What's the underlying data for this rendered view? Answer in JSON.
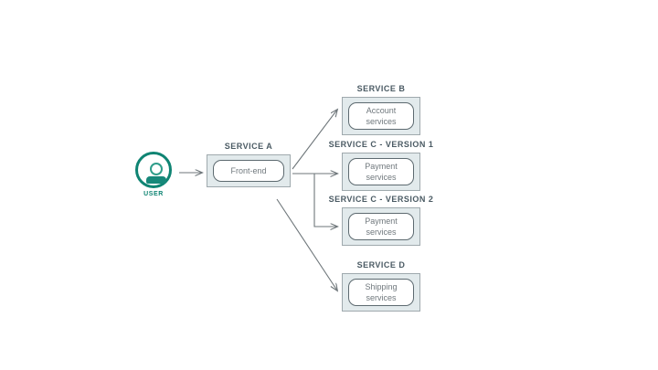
{
  "diagram": {
    "type": "architecture-flow",
    "background_color": "#ffffff",
    "accent_color": "#0f8473",
    "frame_fill_color": "#e2eaec",
    "frame_border_color": "#9fa9ad",
    "node_border_color": "#5d6a70",
    "node_text_color": "#70787d",
    "title_text_color": "#4a5a63",
    "connector_color": "#6e767a"
  },
  "actor": {
    "icon": "user-avatar-icon",
    "label": "USER"
  },
  "services": [
    {
      "id": "service-a",
      "title": "SERVICE A",
      "node_label": "Front-end"
    },
    {
      "id": "service-b",
      "title": "SERVICE B",
      "node_label": "Account\nservices",
      "node_line1": "Account",
      "node_line2": "services"
    },
    {
      "id": "service-c-version-1",
      "title": "SERVICE C - VERSION 1",
      "node_label": "Payment\nservices",
      "node_line1": "Payment",
      "node_line2": "services"
    },
    {
      "id": "service-c-version-2",
      "title": "SERVICE C - VERSION 2",
      "node_label": "Payment\nservices",
      "node_line1": "Payment",
      "node_line2": "services"
    },
    {
      "id": "service-d",
      "title": "SERVICE D",
      "node_label": "Shipping\nservices",
      "node_line1": "Shipping",
      "node_line2": "services"
    }
  ],
  "connections": [
    {
      "from": "user",
      "to": "service-a",
      "style": "straight-arrow"
    },
    {
      "from": "service-a",
      "to": "service-b",
      "style": "diagonal-arrow-up"
    },
    {
      "from": "service-a",
      "to": "service-c-version-1",
      "style": "straight-arrow"
    },
    {
      "from": "service-a",
      "to": "service-c-version-2",
      "style": "elbow-arrow-down"
    },
    {
      "from": "service-a",
      "to": "service-d",
      "style": "diagonal-arrow-down"
    }
  ]
}
